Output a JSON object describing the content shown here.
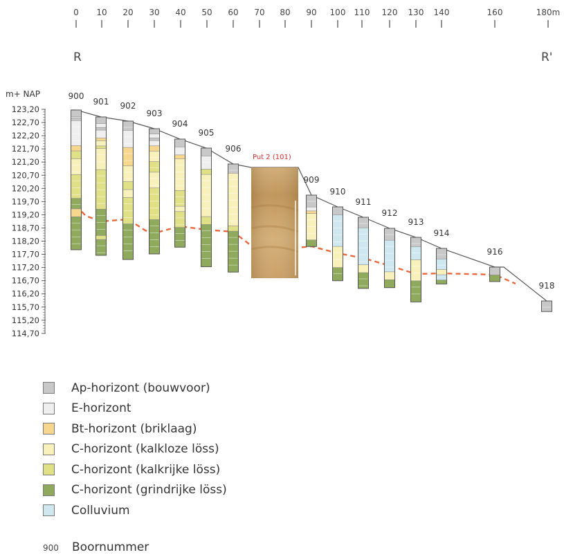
{
  "scale": {
    "ticks": [
      "0",
      "10",
      "20",
      "30",
      "40",
      "50",
      "60",
      "70",
      "80",
      "90",
      "100",
      "110",
      "120",
      "130",
      "140",
      "160",
      "180m"
    ],
    "start_label": "R",
    "end_label": "R'"
  },
  "axis": {
    "unit_label": "m+ NAP",
    "tick_labels": [
      "123,20",
      "122,70",
      "122,20",
      "121,70",
      "121,20",
      "120,70",
      "120,20",
      "119,70",
      "119,20",
      "118,70",
      "118,20",
      "117,70",
      "117,20",
      "116,70",
      "116,20",
      "115,70",
      "115,20",
      "114,70"
    ]
  },
  "photo": {
    "label": "Put 2 (101)"
  },
  "boreholes": [
    {
      "id": "900",
      "layers": [
        [
          "Ap",
          0.25
        ],
        [
          "E",
          0.05
        ],
        [
          "Ap",
          0.1
        ],
        [
          "E",
          0.95
        ],
        [
          "Bt",
          0.2
        ],
        [
          "Ck",
          0.3
        ],
        [
          "C",
          0.6
        ],
        [
          "Ck",
          0.9
        ],
        [
          "Cg",
          0.4
        ],
        [
          "Bt",
          0.3
        ],
        [
          "Cg",
          1.25
        ]
      ]
    },
    {
      "id": "901",
      "layers": [
        [
          "Ap",
          0.25
        ],
        [
          "E",
          0.15
        ],
        [
          "Ap",
          0.1
        ],
        [
          "E",
          0.3
        ],
        [
          "Bt",
          0.1
        ],
        [
          "C",
          0.2
        ],
        [
          "Ck",
          0.1
        ],
        [
          "C",
          0.8
        ],
        [
          "Ck",
          1.5
        ],
        [
          "Cg",
          1.0
        ],
        [
          "Ck",
          0.15
        ],
        [
          "Cg",
          0.6
        ]
      ]
    },
    {
      "id": "902",
      "layers": [
        [
          "Ap",
          0.35
        ],
        [
          "E",
          0.65
        ],
        [
          "Bt",
          0.7
        ],
        [
          "C",
          0.6
        ],
        [
          "Ck",
          0.3
        ],
        [
          "C",
          0.3
        ],
        [
          "Ck",
          1.0
        ],
        [
          "Cg",
          1.35
        ]
      ]
    },
    {
      "id": "903",
      "layers": [
        [
          "Ap",
          0.2
        ],
        [
          "E",
          0.15
        ],
        [
          "Ap",
          0.1
        ],
        [
          "E",
          0.2
        ],
        [
          "Bt",
          0.2
        ],
        [
          "C",
          0.4
        ],
        [
          "Ck",
          0.4
        ],
        [
          "C",
          0.6
        ],
        [
          "Ck",
          1.2
        ],
        [
          "Cg",
          1.3
        ]
      ]
    },
    {
      "id": "904",
      "layers": [
        [
          "Ap",
          0.3
        ],
        [
          "E",
          0.3
        ],
        [
          "Bt",
          0.15
        ],
        [
          "C",
          1.2
        ],
        [
          "Ck",
          0.6
        ],
        [
          "C",
          0.2
        ],
        [
          "Ck",
          0.6
        ],
        [
          "Cg",
          0.75
        ]
      ]
    },
    {
      "id": "905",
      "layers": [
        [
          "Ap",
          0.3
        ],
        [
          "E",
          0.5
        ],
        [
          "Ck",
          0.2
        ],
        [
          "C",
          1.6
        ],
        [
          "Ck",
          0.3
        ],
        [
          "Cg",
          1.6
        ]
      ]
    },
    {
      "id": "906",
      "layers": [
        [
          "Ap",
          0.35
        ],
        [
          "C",
          2.0
        ],
        [
          "Ck",
          0.2
        ],
        [
          "Cg",
          1.55
        ]
      ]
    },
    {
      "id": "909",
      "layers": [
        [
          "Ap",
          0.45
        ],
        [
          "E",
          0.15
        ],
        [
          "Bt",
          0.1
        ],
        [
          "C",
          1.0
        ],
        [
          "Cg",
          0.25
        ]
      ]
    },
    {
      "id": "910",
      "layers": [
        [
          "Ap",
          0.3
        ],
        [
          "Col",
          1.2
        ],
        [
          "C",
          0.8
        ],
        [
          "Cg",
          0.5
        ]
      ]
    },
    {
      "id": "911",
      "layers": [
        [
          "Ap",
          0.4
        ],
        [
          "Col",
          1.4
        ],
        [
          "C",
          0.3
        ],
        [
          "Cg",
          0.6
        ]
      ]
    },
    {
      "id": "912",
      "layers": [
        [
          "Ap",
          0.45
        ],
        [
          "Col",
          1.2
        ],
        [
          "C",
          0.3
        ],
        [
          "Cg",
          0.3
        ]
      ]
    },
    {
      "id": "913",
      "layers": [
        [
          "Ap",
          0.35
        ],
        [
          "Col",
          0.5
        ],
        [
          "C",
          0.8
        ],
        [
          "Cg",
          0.8
        ]
      ]
    },
    {
      "id": "914",
      "layers": [
        [
          "Ap",
          0.4
        ],
        [
          "Col",
          0.4
        ],
        [
          "C",
          0.2
        ],
        [
          "Col",
          0.2
        ],
        [
          "Cg",
          0.15
        ]
      ]
    },
    {
      "id": "916",
      "layers": [
        [
          "Ap",
          0.3
        ],
        [
          "Cg",
          0.25
        ]
      ]
    },
    {
      "id": "918",
      "layers": [
        [
          "Ap",
          0.4
        ]
      ]
    }
  ],
  "legend": [
    {
      "key": "Ap",
      "label": "Ap-horizont (bouwvoor)",
      "color": "#c8c8c8"
    },
    {
      "key": "E",
      "label": "E-horizont",
      "color": "#efefef"
    },
    {
      "key": "Bt",
      "label": "Bt-horizont (briklaag)",
      "color": "#f7d78e"
    },
    {
      "key": "C",
      "label": "C-horizont (kalkloze löss)",
      "color": "#f8f1bc"
    },
    {
      "key": "Ck",
      "label": "C-horizont (kalkrijke löss)",
      "color": "#e0e087"
    },
    {
      "key": "Cg",
      "label": "C-horizont (grindrijke löss)",
      "color": "#8faa5c"
    },
    {
      "key": "Col",
      "label": "Colluvium",
      "color": "#cfe8ef"
    }
  ],
  "boornummer": {
    "example_number": "900",
    "label": "Boornummer"
  },
  "colors": {
    "dashed_line": "#e8683c",
    "outline": "#555555",
    "photo_label": "#d92e2e"
  }
}
